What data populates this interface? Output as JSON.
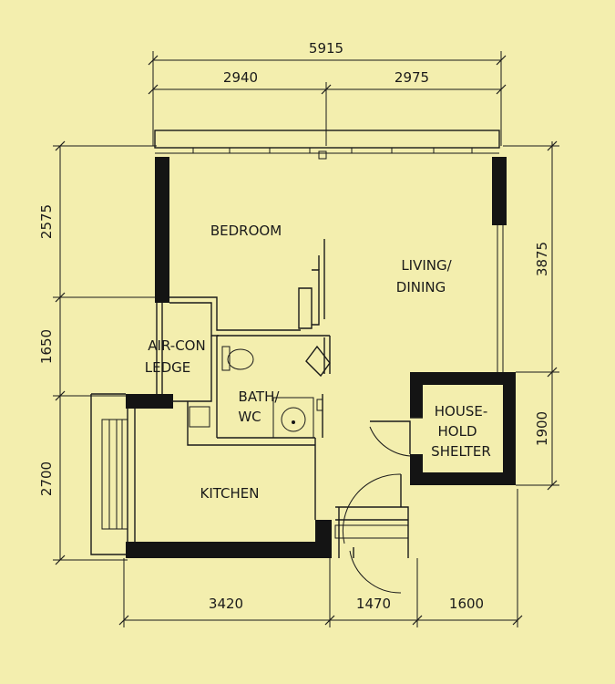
{
  "dimensions": {
    "top_total": "5915",
    "top_left": "2940",
    "top_right": "2975",
    "left_1": "2575",
    "left_2": "1650",
    "left_3": "2700",
    "right_1": "3875",
    "right_2": "1900",
    "bottom_1": "3420",
    "bottom_2": "1470",
    "bottom_3": "1600"
  },
  "rooms": {
    "bedroom": "BEDROOM",
    "living_line1": "LIVING/",
    "living_line2": "DINING",
    "aircon_line1": "AIR-CON",
    "aircon_line2": "LEDGE",
    "bath_line1": "BATH/",
    "bath_line2": "WC",
    "shelter_line1": "HOUSE-",
    "shelter_line2": "HOLD",
    "shelter_line3": "SHELTER",
    "kitchen": "KITCHEN"
  },
  "colors": {
    "paper": "#f3eeae",
    "ink": "#141414"
  }
}
